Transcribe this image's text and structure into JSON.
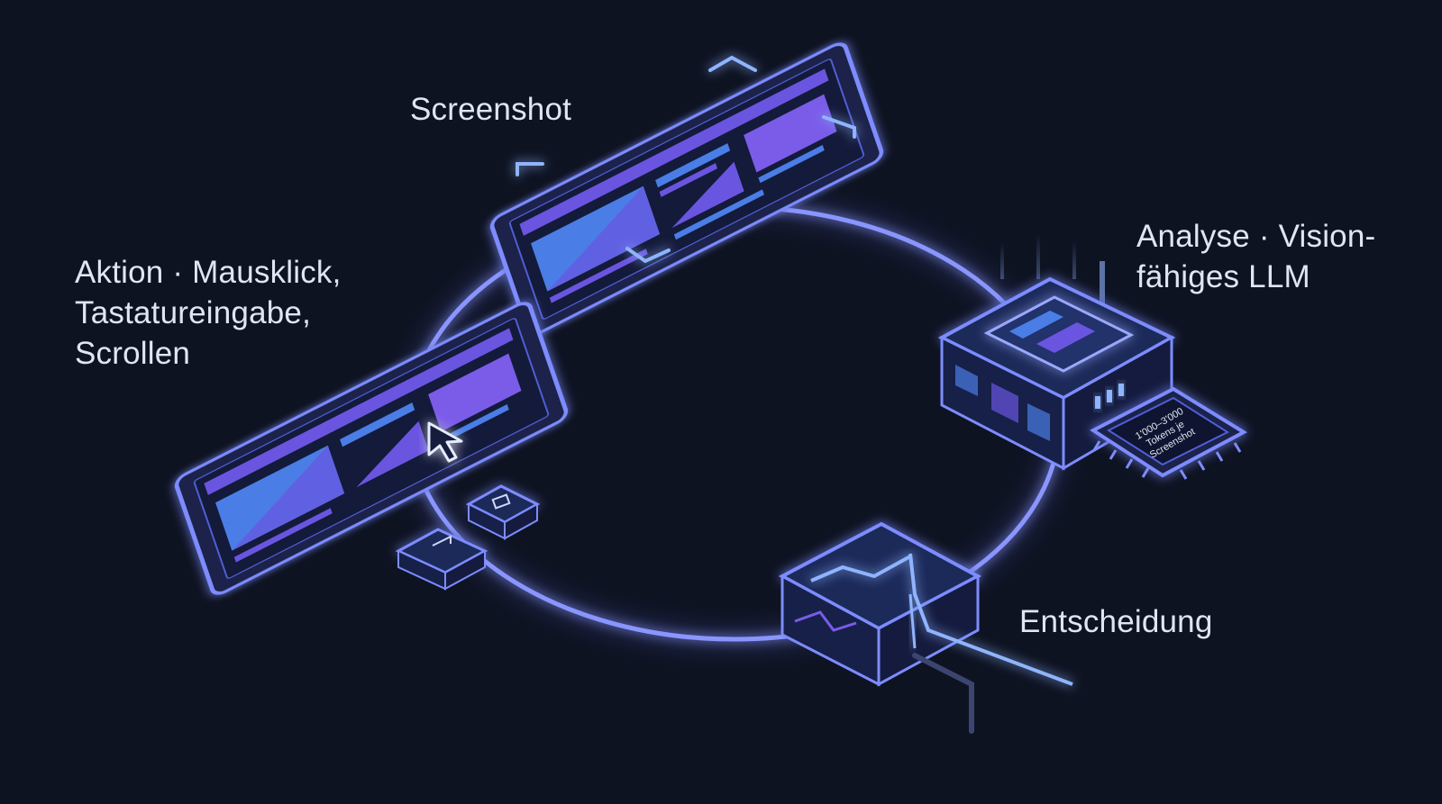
{
  "diagram": {
    "stages": [
      {
        "id": "screenshot",
        "lines": [
          "Screenshot"
        ]
      },
      {
        "id": "analysis",
        "lines": [
          "Analyse · Vision-",
          "fähiges LLM"
        ]
      },
      {
        "id": "decision",
        "lines": [
          "Entscheidung"
        ]
      },
      {
        "id": "action",
        "lines": [
          "Aktion · Mausklick,",
          "Tastatureingabe,",
          "Scrollen"
        ]
      }
    ],
    "chip_label": [
      "1'000–3'000",
      "Tokens je",
      "Screenshot"
    ]
  },
  "colors": {
    "background": "#0e1322",
    "glow": "#6f7dff",
    "ring": "#7d8cff",
    "panel_fill": "#1a2148",
    "accent_blue": "#4f86f0",
    "accent_violet": "#7a5ce8",
    "text": "#dfe6f3"
  }
}
